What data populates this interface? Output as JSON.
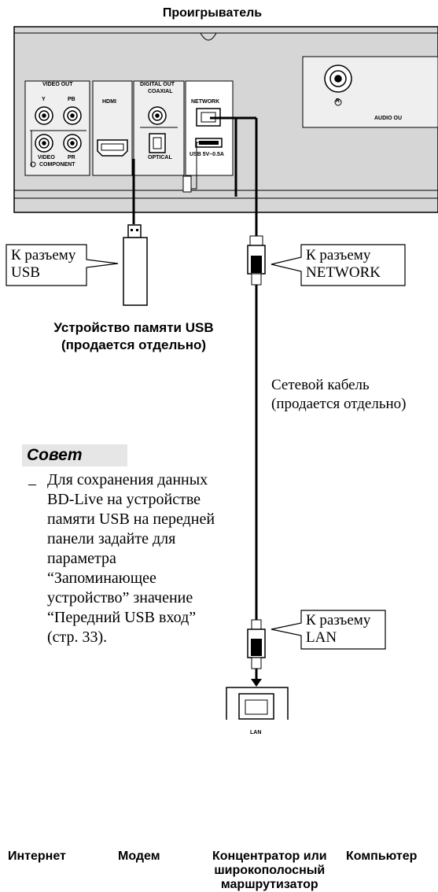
{
  "player_title": "Проигрыватель",
  "ports": {
    "video_out": "VIDEO OUT",
    "y": "Y",
    "pb": "PB",
    "pr": "PR",
    "video": "VIDEO",
    "component": "COMPONENT",
    "hdmi": "HDMI",
    "digital_out": "DIGITAL OUT",
    "coaxial": "COAXIAL",
    "optical": "OPTICAL",
    "network": "NETWORK",
    "usb": "USB  5V–0.5A",
    "audio_out": "AUDIO OU",
    "r": "R"
  },
  "callouts": {
    "usb": [
      "К разъему",
      "USB"
    ],
    "network": [
      "К разъему",
      "NETWORK"
    ],
    "lan": [
      "К разъему",
      "LAN"
    ]
  },
  "usb_device": [
    "Устройство памяти USB",
    "(продается отдельно)"
  ],
  "network_cable": [
    "Сетевой кабель",
    "(продается отдельно)"
  ],
  "tip": {
    "title": "Совет",
    "dash": "–",
    "lines": [
      "Для сохранения данных",
      "BD-Live на устройстве",
      "памяти USB на передней",
      "панели задайте для",
      "параметра",
      "“Запоминающее",
      "устройство” значение",
      "“Передний USB вход”",
      "(стр. 33)."
    ]
  },
  "lan_port_label": "LAN",
  "devices": {
    "internet": "Интернет",
    "modem": "Модем",
    "router": [
      "Концентратор или",
      "широкополосный",
      "маршрутизатор"
    ],
    "computer": "Компьютер"
  }
}
